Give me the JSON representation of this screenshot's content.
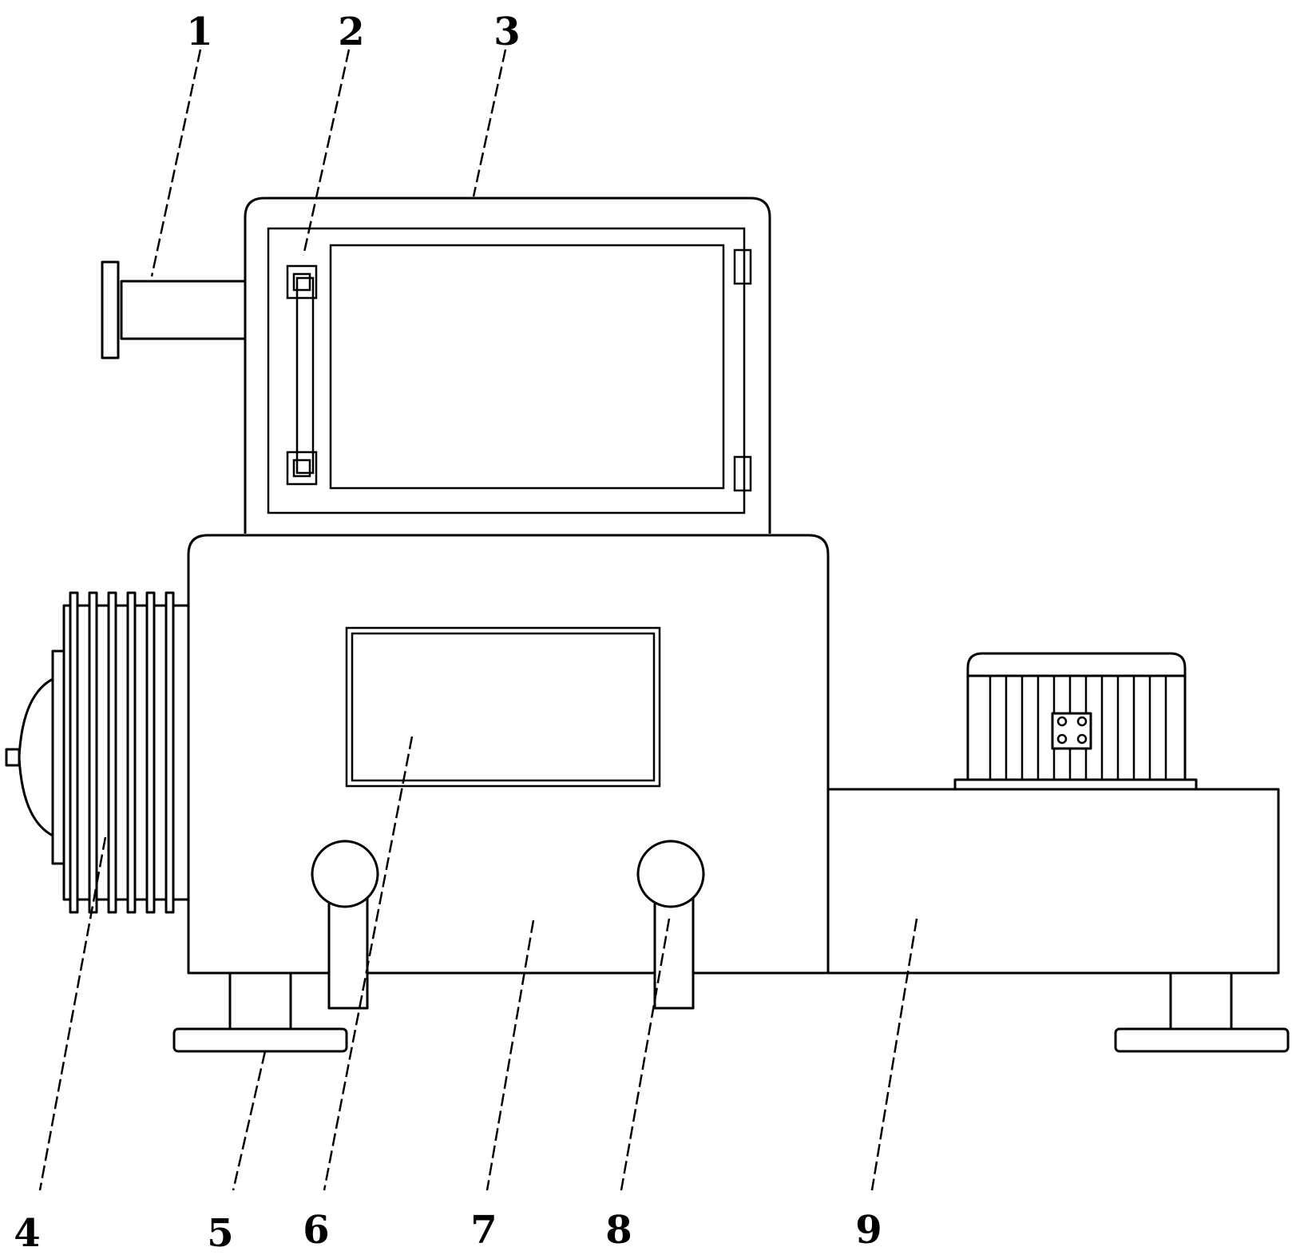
{
  "diagram": {
    "stroke_color": "#000000",
    "background_color": "#ffffff",
    "labels": [
      "1",
      "2",
      "3",
      "4",
      "5",
      "6",
      "7",
      "8",
      "9"
    ]
  }
}
